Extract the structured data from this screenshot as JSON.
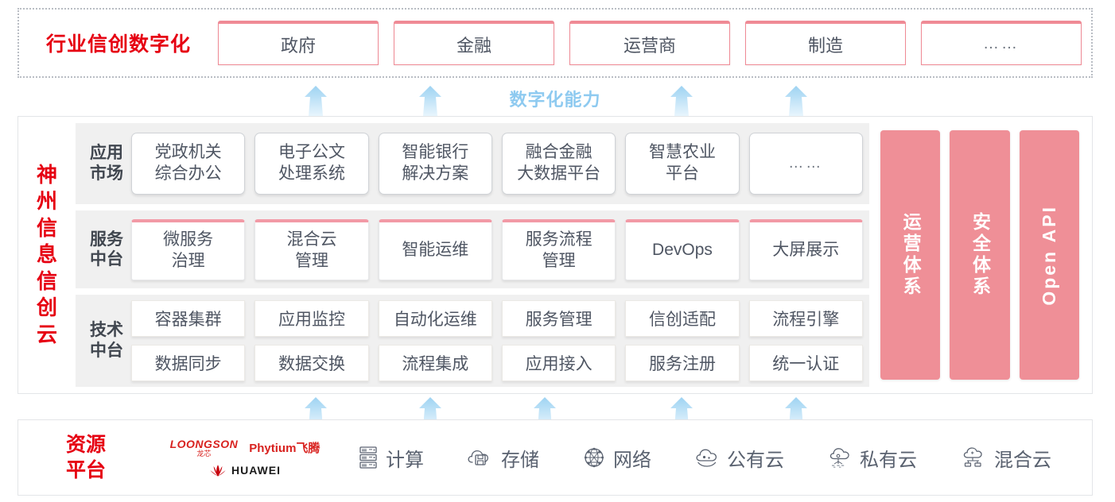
{
  "industry": {
    "title": "行业信创数字化",
    "cards": [
      "政府",
      "金融",
      "运营商",
      "制造",
      "……"
    ]
  },
  "capability": {
    "label": "数字化能力",
    "arrow_count": 4
  },
  "cloud": {
    "title_chars": [
      "神",
      "州",
      "信",
      "息",
      "信",
      "创",
      "云"
    ],
    "layers": [
      {
        "id": "app-market",
        "label_lines": [
          "应用",
          "市场"
        ],
        "cards": [
          {
            "lines": [
              "党政机关",
              "综合办公"
            ]
          },
          {
            "lines": [
              "电子公文",
              "处理系统"
            ]
          },
          {
            "lines": [
              "智能银行",
              "解决方案"
            ]
          },
          {
            "lines": [
              "融合金融",
              "大数据平台"
            ]
          },
          {
            "lines": [
              "智慧农业",
              "平台"
            ]
          },
          {
            "lines": [
              "……"
            ],
            "ellipsis": true
          }
        ]
      },
      {
        "id": "service-platform",
        "label_lines": [
          "服务",
          "中台"
        ],
        "cards": [
          {
            "lines": [
              "微服务",
              "治理"
            ]
          },
          {
            "lines": [
              "混合云",
              "管理"
            ]
          },
          {
            "lines": [
              "智能运维"
            ]
          },
          {
            "lines": [
              "服务流程",
              "管理"
            ]
          },
          {
            "lines": [
              "DevOps"
            ]
          },
          {
            "lines": [
              "大屏展示"
            ]
          }
        ]
      },
      {
        "id": "tech-platform",
        "label_lines": [
          "技术",
          "中台"
        ],
        "rows": [
          [
            "容器集群",
            "应用监控",
            "自动化运维",
            "服务管理",
            "信创适配",
            "流程引擎"
          ],
          [
            "数据同步",
            "数据交换",
            "流程集成",
            "应用接入",
            "服务注册",
            "统一认证"
          ]
        ]
      }
    ],
    "pillars": [
      {
        "text": "运营体系",
        "latin": false
      },
      {
        "text": "安全体系",
        "latin": false
      },
      {
        "text": "Open API",
        "latin": true
      }
    ]
  },
  "bottom_arrows": {
    "arrow_count": 5
  },
  "resource": {
    "title_lines": [
      "资源",
      "平台"
    ],
    "vendors": [
      {
        "name": "LOONGSON",
        "sub": "龙芯",
        "icon": "loongson-logo"
      },
      {
        "name": "Phytium飞腾",
        "icon": "phytium-logo"
      },
      {
        "name": "HUAWEI",
        "icon": "huawei-logo"
      }
    ],
    "items": [
      {
        "label": "计算",
        "icon": "server-rack-icon"
      },
      {
        "label": "存储",
        "icon": "cloud-storage-icon"
      },
      {
        "label": "网络",
        "icon": "network-globe-icon"
      },
      {
        "label": "公有云",
        "icon": "public-cloud-icon"
      },
      {
        "label": "私有云",
        "icon": "private-cloud-icon"
      },
      {
        "label": "混合云",
        "icon": "hybrid-cloud-icon"
      }
    ]
  },
  "colors": {
    "brand_red": "#e60012",
    "pillar_pink": "#ef8f97",
    "card_accent_pink": "#ef8a95",
    "arrow_blue": "#8ecaf0",
    "layer_bg": "#f0f0f0",
    "text_gray": "#4f5663"
  }
}
